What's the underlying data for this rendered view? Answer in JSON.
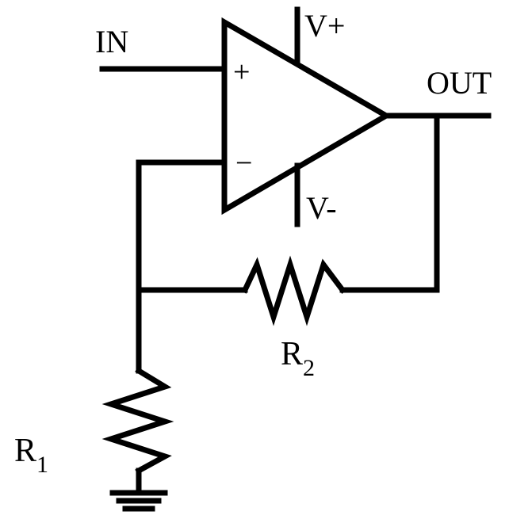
{
  "labels": {
    "input": "IN",
    "output": "OUT",
    "supply_positive": "V+",
    "supply_negative": "V-",
    "noninverting_input": "+",
    "inverting_input": "−",
    "r1_letter": "R",
    "r1_subscript": "1",
    "r2_letter": "R",
    "r2_subscript": "2"
  },
  "colors": {
    "line": "#000000",
    "background": "#ffffff"
  }
}
